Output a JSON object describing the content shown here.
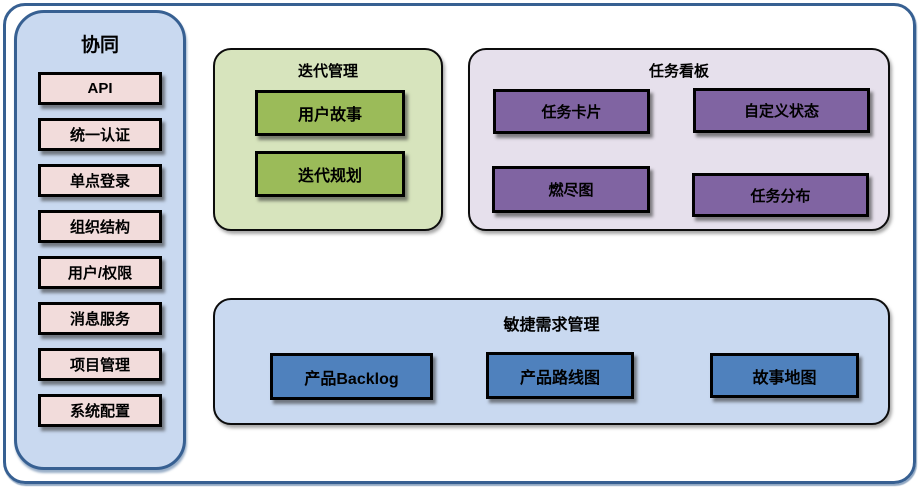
{
  "colors": {
    "frame_border": "#376092",
    "sidebar_fill": "#c9d9f0",
    "sidebar_item_fill": "#f2dcdb",
    "iteration_group_fill": "#d7e4bd",
    "iteration_item_fill": "#9bbb59",
    "kanban_group_fill": "#e6e0ec",
    "kanban_item_fill": "#8064a2",
    "agile_group_fill": "#c9d9f0",
    "agile_item_fill": "#4f81bd",
    "item_border": "#000000"
  },
  "sidebar": {
    "title": "协同",
    "items": [
      {
        "label": "API"
      },
      {
        "label": "统一认证"
      },
      {
        "label": "单点登录"
      },
      {
        "label": "组织结构"
      },
      {
        "label": "用户/权限"
      },
      {
        "label": "消息服务"
      },
      {
        "label": "项目管理"
      },
      {
        "label": "系统配置"
      }
    ]
  },
  "groups": {
    "iteration": {
      "title": "迭代管理",
      "items": [
        {
          "label": "用户故事"
        },
        {
          "label": "迭代规划"
        }
      ]
    },
    "kanban": {
      "title": "任务看板",
      "items": [
        {
          "label": "任务卡片"
        },
        {
          "label": "自定义状态"
        },
        {
          "label": "燃尽图"
        },
        {
          "label": "任务分布"
        }
      ]
    },
    "agile": {
      "title": "敏捷需求管理",
      "items": [
        {
          "label": "产品Backlog"
        },
        {
          "label": "产品路线图"
        },
        {
          "label": "故事地图"
        }
      ]
    }
  }
}
